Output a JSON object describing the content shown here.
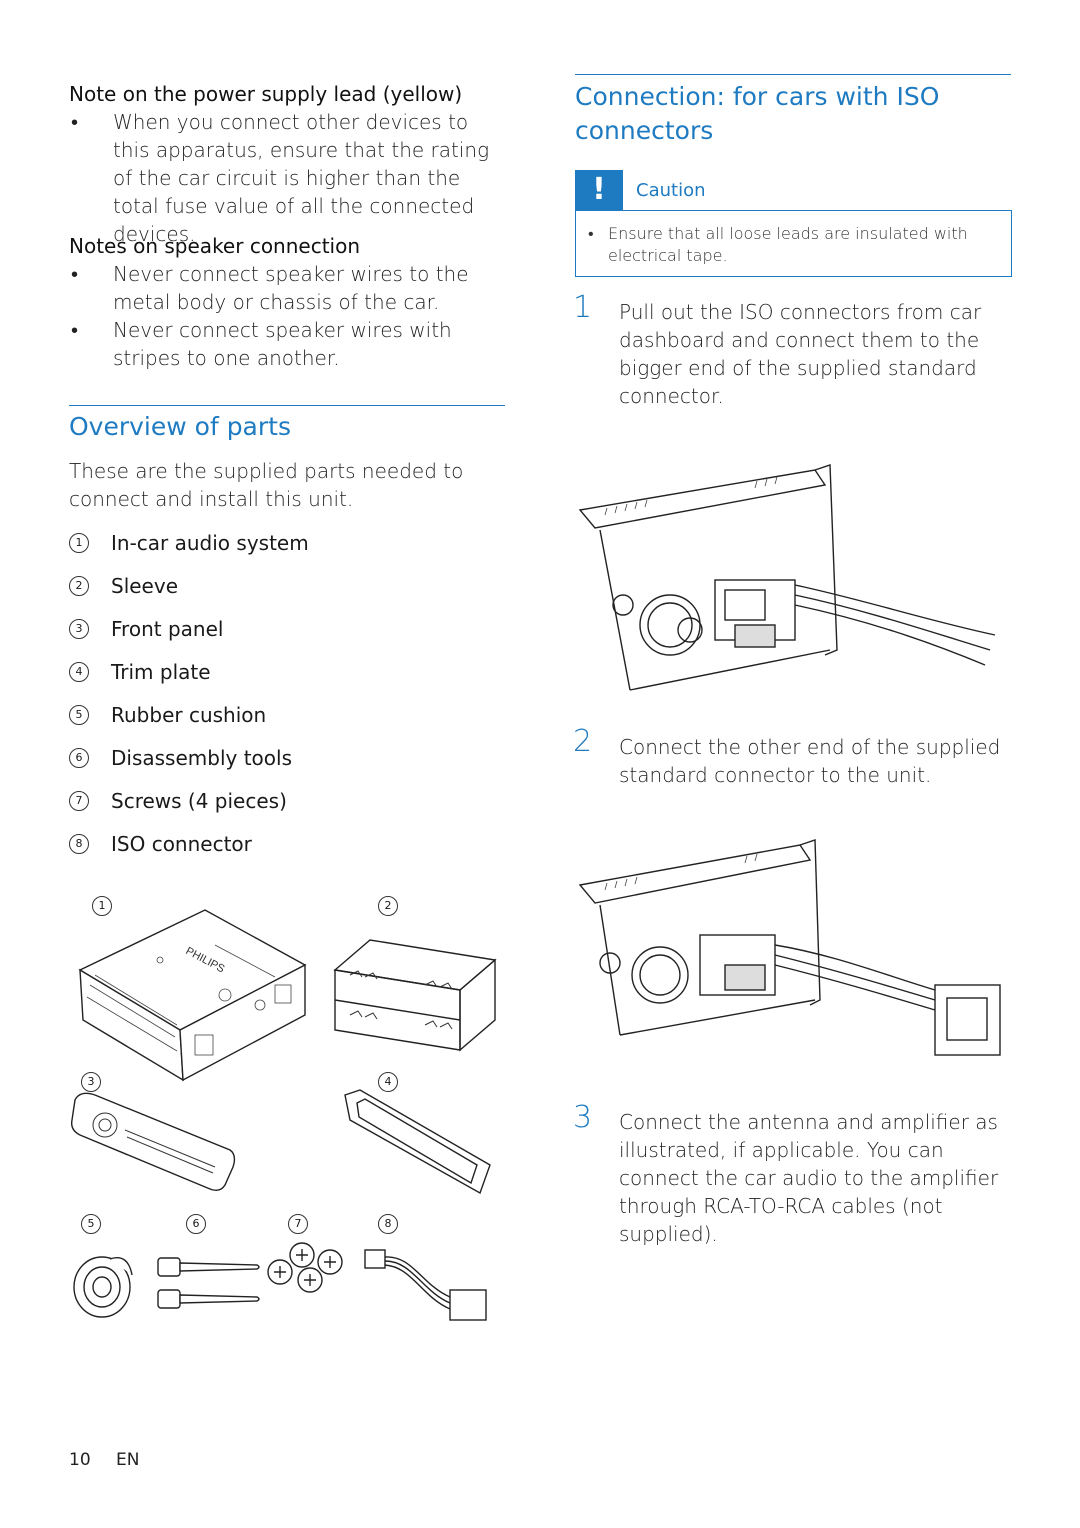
{
  "left": {
    "power_note": {
      "heading": "Note on the power supply lead (yellow)",
      "bullets": [
        "When you connect other devices to this apparatus, ensure that the rating of the car circuit is higher than the total fuse value of all the connected devices."
      ]
    },
    "speaker_notes": {
      "heading": "Notes on speaker connection",
      "bullets": [
        "Never connect speaker wires to the metal body or chassis of the car.",
        "Never connect speaker wires with stripes to one another."
      ]
    },
    "overview": {
      "title": "Overview of parts",
      "intro": "These are the supplied parts needed to connect and install this unit.",
      "parts": [
        {
          "num": "1",
          "label": "In-car audio system"
        },
        {
          "num": "2",
          "label": "Sleeve"
        },
        {
          "num": "3",
          "label": "Front panel"
        },
        {
          "num": "4",
          "label": "Trim plate"
        },
        {
          "num": "5",
          "label": "Rubber cushion"
        },
        {
          "num": "6",
          "label": "Disassembly tools"
        },
        {
          "num": "7",
          "label": "Screws (4 pieces)"
        },
        {
          "num": "8",
          "label": "ISO connector"
        }
      ],
      "figure_labels": [
        "1",
        "2",
        "3",
        "4",
        "5",
        "6",
        "7",
        "8"
      ],
      "brand_on_unit": "PHILIPS"
    }
  },
  "right": {
    "title": "Connection: for cars with ISO connectors",
    "caution": {
      "badge": "!",
      "title": "Caution",
      "bullets": [
        "Ensure that all loose leads are insulated with electrical tape."
      ]
    },
    "steps": [
      {
        "num": "1",
        "text": "Pull out the ISO connectors from car dashboard and connect them to the bigger end of the supplied standard connector."
      },
      {
        "num": "2",
        "text": "Connect the other end of the supplied standard connector to the unit."
      },
      {
        "num": "3",
        "text": "Connect the antenna and amplifier as illustrated, if applicable. You can connect the car audio to the amplifier through RCA-TO-RCA cables (not supplied)."
      }
    ]
  },
  "footer": {
    "page_number": "10",
    "language": "EN"
  }
}
